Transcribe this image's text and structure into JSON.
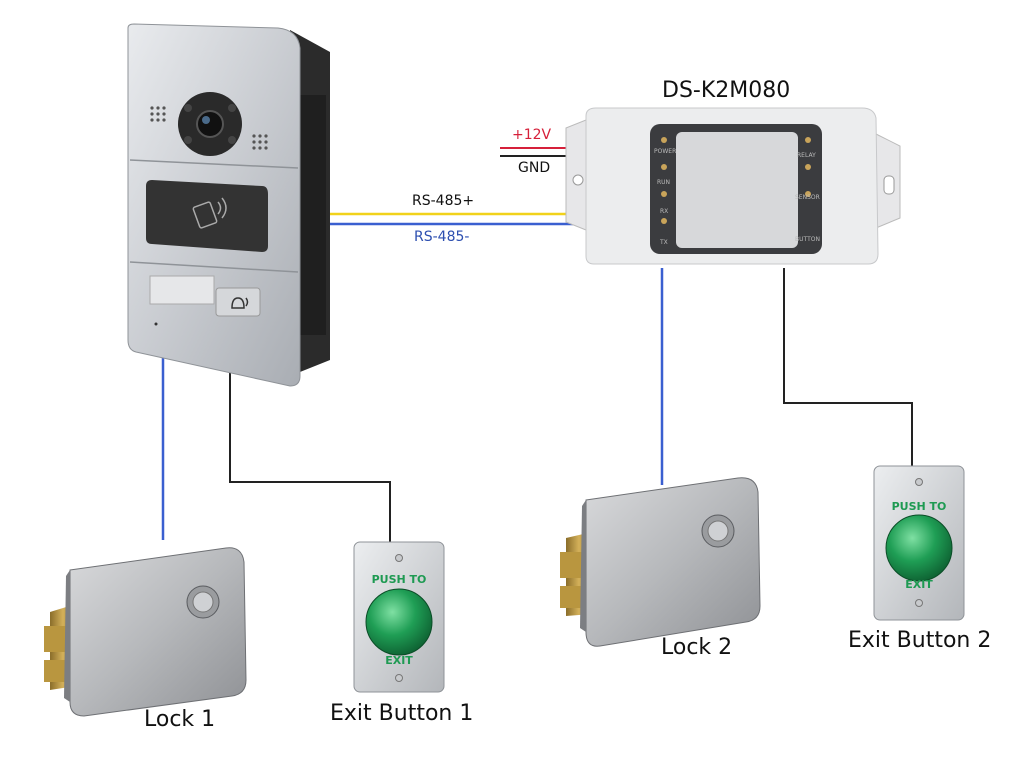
{
  "module": {
    "title": "DS-K2M080",
    "left_leds": [
      "POWER",
      "RUN",
      "RX",
      "TX"
    ],
    "right_leds": [
      "RELAY",
      "SENSOR",
      "BUTTON"
    ]
  },
  "wires": {
    "plus12v": "+12V",
    "gnd": "GND",
    "rs485_plus": "RS-485+",
    "rs485_minus": "RS-485-"
  },
  "devices": {
    "lock1": "Lock 1",
    "lock2": "Lock 2",
    "exit_button1": "Exit Button 1",
    "exit_button2": "Exit Button 2"
  },
  "exit_plate": {
    "top_text": "PUSH TO",
    "bottom_text": "EXIT"
  },
  "colors": {
    "red_wire": "#d6203a",
    "black_wire": "#222222",
    "yellow_wire": "#f1d21a",
    "blue_wire": "#3a5fd0",
    "plus12v_text": "#d6203a",
    "rs485_minus_text": "#2d4fb0",
    "green_button": "#1e9a52"
  }
}
